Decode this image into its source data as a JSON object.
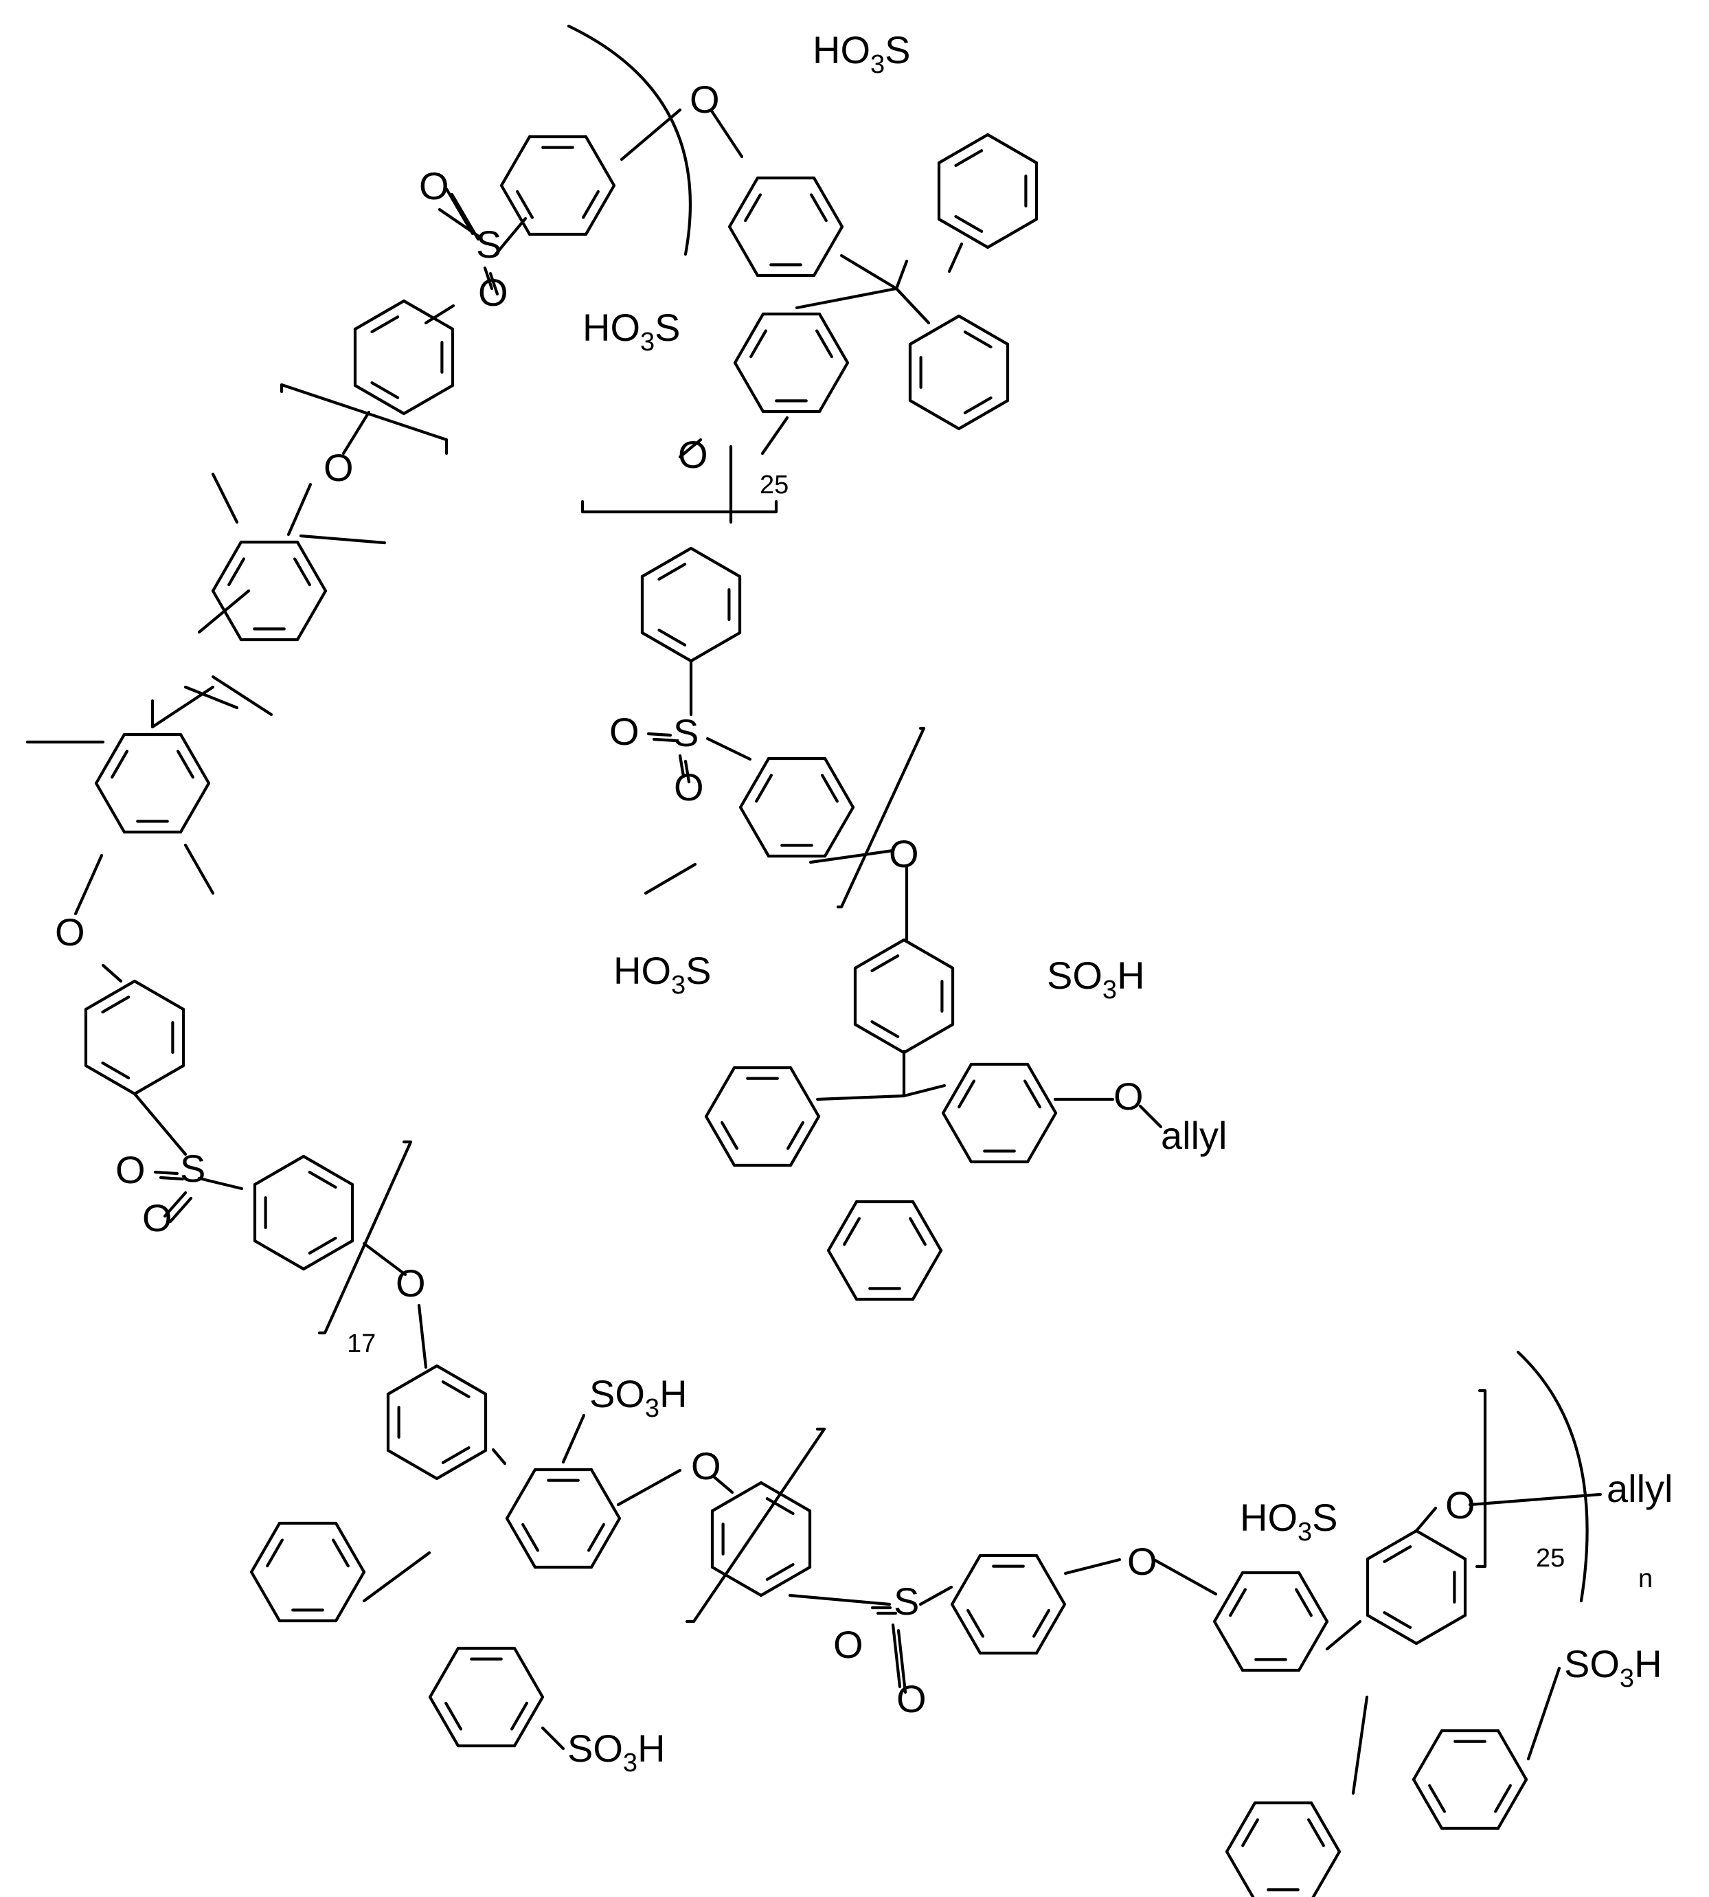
{
  "figure": {
    "repeat_counts": {
      "first_segment": "25",
      "second_segment": "17",
      "third_segment": "25",
      "overall": "n"
    },
    "end_groups": {
      "start": "allyl",
      "end": "allyl"
    },
    "atoms": {
      "oxygen": "O",
      "sulfur": "S"
    },
    "sulfonic_acid": {
      "prefix": "HO",
      "mid": "3",
      "suffix": "S",
      "alt_prefix": "SO",
      "alt_mid": "3",
      "alt_suffix": "H"
    },
    "colors": {
      "ink": "#000000",
      "background": "#ffffff"
    }
  }
}
